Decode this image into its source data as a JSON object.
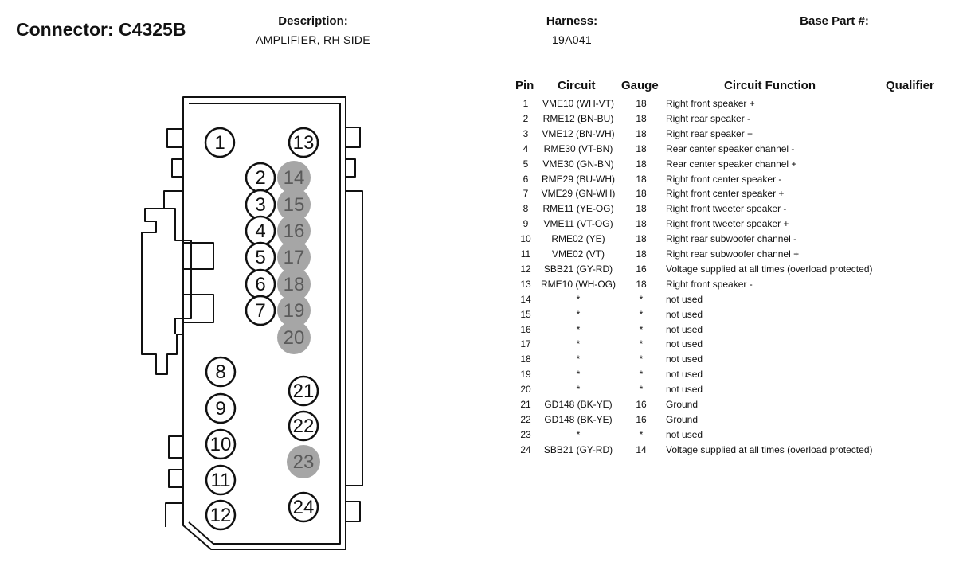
{
  "header": {
    "connector_title": "Connector: C4325B",
    "description_label": "Description:",
    "description_value": "AMPLIFIER, RH SIDE",
    "harness_label": "Harness:",
    "harness_value": "19A041",
    "base_part_label": "Base Part #:"
  },
  "table": {
    "columns": [
      "Pin",
      "Circuit",
      "Gauge",
      "Circuit Function",
      "Qualifier"
    ],
    "rows": [
      {
        "pin": "1",
        "circuit": "VME10 (WH-VT)",
        "gauge": "18",
        "function": "Right front speaker +"
      },
      {
        "pin": "2",
        "circuit": "RME12 (BN-BU)",
        "gauge": "18",
        "function": "Right rear speaker -"
      },
      {
        "pin": "3",
        "circuit": "VME12 (BN-WH)",
        "gauge": "18",
        "function": "Right rear speaker +"
      },
      {
        "pin": "4",
        "circuit": "RME30 (VT-BN)",
        "gauge": "18",
        "function": "Rear center speaker channel -"
      },
      {
        "pin": "5",
        "circuit": "VME30 (GN-BN)",
        "gauge": "18",
        "function": "Rear center speaker channel +"
      },
      {
        "pin": "6",
        "circuit": "RME29 (BU-WH)",
        "gauge": "18",
        "function": "Right front center speaker -"
      },
      {
        "pin": "7",
        "circuit": "VME29 (GN-WH)",
        "gauge": "18",
        "function": "Right front center speaker +"
      },
      {
        "pin": "8",
        "circuit": "RME11 (YE-OG)",
        "gauge": "18",
        "function": "Right front tweeter speaker -"
      },
      {
        "pin": "9",
        "circuit": "VME11 (VT-OG)",
        "gauge": "18",
        "function": "Right front tweeter speaker +"
      },
      {
        "pin": "10",
        "circuit": "RME02 (YE)",
        "gauge": "18",
        "function": "Right rear subwoofer channel -"
      },
      {
        "pin": "11",
        "circuit": "VME02 (VT)",
        "gauge": "18",
        "function": "Right rear subwoofer channel +"
      },
      {
        "pin": "12",
        "circuit": "SBB21 (GY-RD)",
        "gauge": "16",
        "function": "Voltage supplied at all times (overload protected)"
      },
      {
        "pin": "13",
        "circuit": "RME10 (WH-OG)",
        "gauge": "18",
        "function": "Right front speaker -"
      },
      {
        "pin": "14",
        "circuit": "*",
        "gauge": "*",
        "function": "not used"
      },
      {
        "pin": "15",
        "circuit": "*",
        "gauge": "*",
        "function": "not used"
      },
      {
        "pin": "16",
        "circuit": "*",
        "gauge": "*",
        "function": "not used"
      },
      {
        "pin": "17",
        "circuit": "*",
        "gauge": "*",
        "function": "not used"
      },
      {
        "pin": "18",
        "circuit": "*",
        "gauge": "*",
        "function": "not used"
      },
      {
        "pin": "19",
        "circuit": "*",
        "gauge": "*",
        "function": "not used"
      },
      {
        "pin": "20",
        "circuit": "*",
        "gauge": "*",
        "function": "not used"
      },
      {
        "pin": "21",
        "circuit": "GD148 (BK-YE)",
        "gauge": "16",
        "function": "Ground"
      },
      {
        "pin": "22",
        "circuit": "GD148 (BK-YE)",
        "gauge": "16",
        "function": "Ground"
      },
      {
        "pin": "23",
        "circuit": "*",
        "gauge": "*",
        "function": "not used"
      },
      {
        "pin": "24",
        "circuit": "SBB21 (GY-RD)",
        "gauge": "14",
        "function": "Voltage supplied at all times (overload protected)"
      }
    ]
  },
  "diagram": {
    "pins": [
      {
        "label": "1",
        "state": "used"
      },
      {
        "label": "2",
        "state": "used"
      },
      {
        "label": "3",
        "state": "used"
      },
      {
        "label": "4",
        "state": "used"
      },
      {
        "label": "5",
        "state": "used"
      },
      {
        "label": "6",
        "state": "used"
      },
      {
        "label": "7",
        "state": "used"
      },
      {
        "label": "8",
        "state": "used"
      },
      {
        "label": "9",
        "state": "used"
      },
      {
        "label": "10",
        "state": "used"
      },
      {
        "label": "11",
        "state": "used"
      },
      {
        "label": "12",
        "state": "used"
      },
      {
        "label": "13",
        "state": "used"
      },
      {
        "label": "14",
        "state": "unused"
      },
      {
        "label": "15",
        "state": "unused"
      },
      {
        "label": "16",
        "state": "unused"
      },
      {
        "label": "17",
        "state": "unused"
      },
      {
        "label": "18",
        "state": "unused"
      },
      {
        "label": "19",
        "state": "unused"
      },
      {
        "label": "20",
        "state": "unused"
      },
      {
        "label": "21",
        "state": "used"
      },
      {
        "label": "22",
        "state": "used"
      },
      {
        "label": "23",
        "state": "unused"
      },
      {
        "label": "24",
        "state": "used"
      }
    ],
    "colors": {
      "outline": "#111111",
      "unused_fill": "#a6a6a6",
      "unused_text": "#5a5a5a"
    }
  }
}
